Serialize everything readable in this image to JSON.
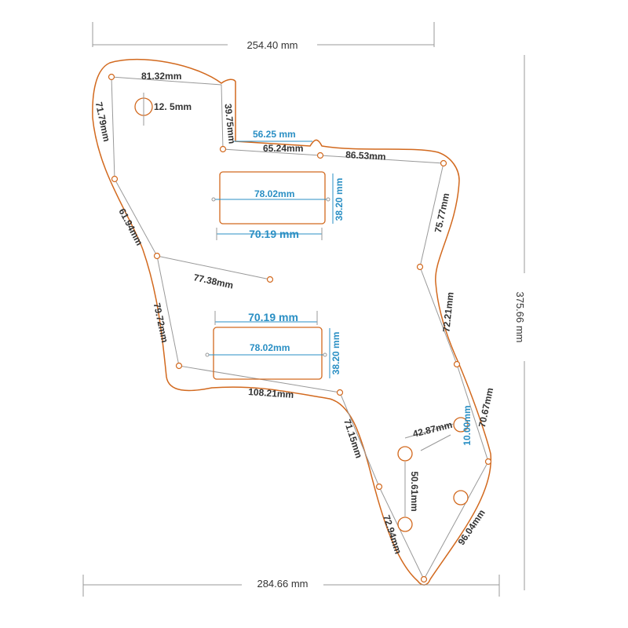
{
  "colors": {
    "outline": "#d2691e",
    "guide": "#999999",
    "accent_blue": "#2a8fc4",
    "label_dark": "#333333"
  },
  "overall": {
    "top_width": "254.40 mm",
    "bottom_width": "284.66 mm",
    "height": "375.66 mm"
  },
  "edges": {
    "top_left": "81.32mm",
    "left_upper": "71.79mm",
    "notch_depth": "39.75mm",
    "notch_inner_width": "56.25 mm",
    "notch_base": "65.24mm",
    "top_right": "86.53mm",
    "right_upper": "75.77mm",
    "left_middle": "61.94mm",
    "diagonal": "77.38mm",
    "left_lower": "79.72mm",
    "right_middle": "72.21mm",
    "right_lower": "70.67mm",
    "waist": "108.21mm",
    "lower_inner": "71.15mm",
    "bottom_left": "72.94mm",
    "bottom_right": "96.04mm"
  },
  "pickups": {
    "upper": {
      "length": "78.02mm",
      "height": "38.20 mm",
      "spacing": "70.19 mm"
    },
    "lower": {
      "length": "78.02mm",
      "height": "38.20 mm",
      "spacing": "70.19 mm"
    }
  },
  "holes": {
    "screw_diameter": "12. 5mm",
    "control_a": "42.87mm",
    "control_b": "10.00mm",
    "control_c": "50.61mm"
  }
}
